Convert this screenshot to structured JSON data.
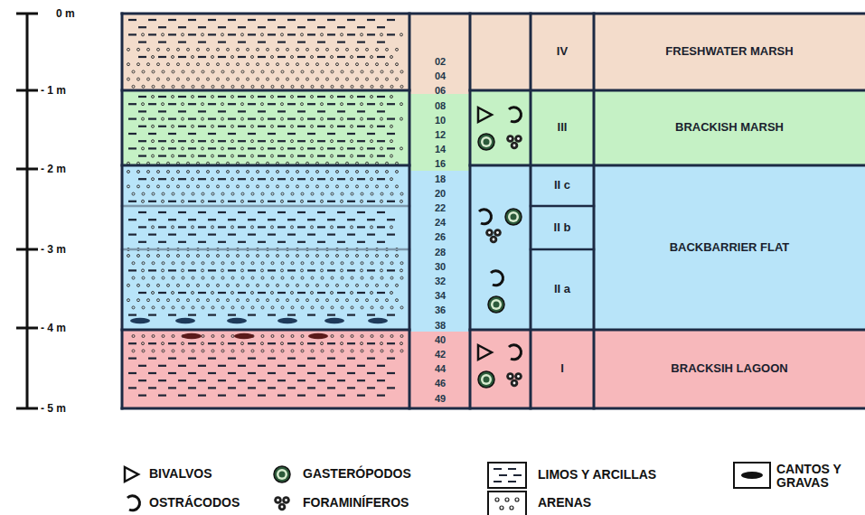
{
  "diagram": {
    "nodes": [
      {
        "text": [
          "IV"
        ]
      },
      {
        "text": [
          "FRESHWATER MARSH"
        ]
      },
      {
        "text": [
          "III"
        ]
      },
      {
        "text": [
          "BRACKISH MARSH"
        ]
      },
      {
        "text": [
          "II c"
        ]
      },
      {
        "text": [
          "II b"
        ]
      },
      {
        "text": [
          "II a"
        ]
      },
      {
        "text": [
          "BACKBARRIER FLAT"
        ]
      },
      {
        "text": [
          "I"
        ]
      },
      {
        "text": [
          "BRACKSIH LAGOON"
        ]
      }
    ],
    "labels": [
      "0 m",
      "- 1 m",
      "- 2 m",
      "- 3 m",
      "- 4 m",
      "- 5 m",
      "02",
      "04",
      "06",
      "08",
      "10",
      "12",
      "14",
      "16",
      "18",
      "20",
      "22",
      "24",
      "26",
      "28",
      "30",
      "32",
      "34",
      "36",
      "38",
      "40",
      "42",
      "44",
      "46",
      "49"
    ],
    "legend": [
      {
        "text": "BIVALVOS"
      },
      {
        "text": "OSTRÁCODOS"
      },
      {
        "text": "GASTERÓPODOS"
      },
      {
        "text": "FORAMINÍFEROS"
      },
      {
        "text": "LIMOS Y ARCILLAS"
      },
      {
        "text": "ARENAS"
      },
      {
        "text": "CANTOS Y GRAVAS"
      }
    ]
  }
}
